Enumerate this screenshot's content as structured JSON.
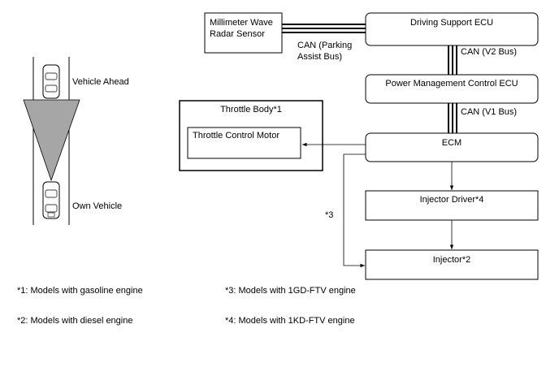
{
  "scene": {
    "vehicle_ahead": "Vehicle Ahead",
    "own_vehicle": "Own Vehicle"
  },
  "blocks": {
    "radar_line1": "Millimeter Wave",
    "radar_line2": "Radar Sensor",
    "driving_support": "Driving Support ECU",
    "power_mgmt": "Power Management Control ECU",
    "throttle_body": "Throttle Body*1",
    "throttle_motor": "Throttle Control Motor",
    "ecm": "ECM",
    "injector_driver": "Injector Driver*4",
    "injector": "Injector*2"
  },
  "buses": {
    "parking_line1": "CAN (Parking",
    "parking_line2": "Assist Bus)",
    "v2": "CAN (V2 Bus)",
    "v1": "CAN (V1 Bus)"
  },
  "wire_label": "*3",
  "footnotes": {
    "n1": "*1: Models with gasoline engine",
    "n2": "*2: Models with diesel engine",
    "n3": "*3: Models with 1GD-FTV engine",
    "n4": "*4: Models with 1KD-FTV engine"
  }
}
